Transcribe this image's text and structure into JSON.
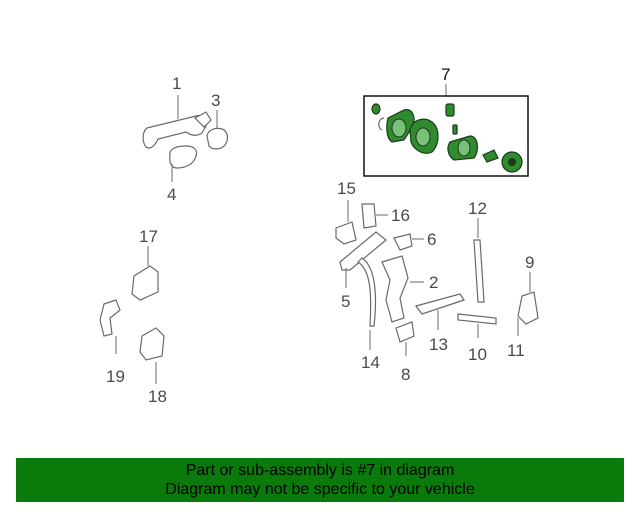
{
  "callouts": {
    "c1": "1",
    "c2": "2",
    "c3": "3",
    "c4": "4",
    "c5": "5",
    "c6": "6",
    "c7": "7",
    "c8": "8",
    "c9": "9",
    "c10": "10",
    "c11": "11",
    "c12": "12",
    "c13": "13",
    "c14": "14",
    "c15": "15",
    "c16": "16",
    "c17": "17",
    "c18": "18",
    "c19": "19"
  },
  "footer": {
    "line1": "Part or sub-assembly is #7 in diagram",
    "line2": "Diagram may not be specific to your vehicle"
  },
  "colors": {
    "highlight": "#2e8b2e",
    "banner": "#0a7a0a",
    "part_outline": "#6a6a6a"
  }
}
